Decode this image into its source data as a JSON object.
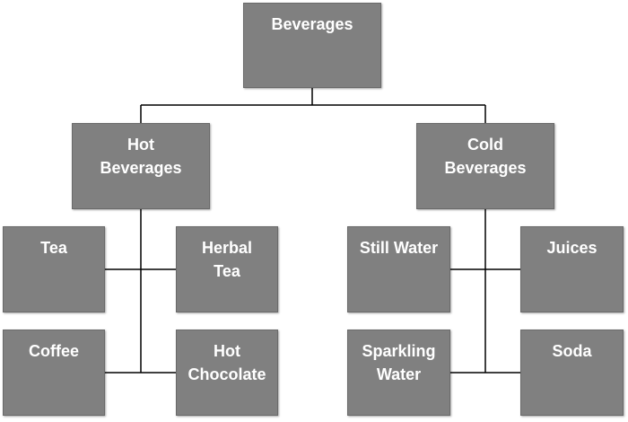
{
  "colors": {
    "box_fill": "#808080",
    "connector": "#000000",
    "label": "#ffffff"
  },
  "nodes": {
    "root": {
      "label": "Beverages"
    },
    "hot": {
      "label": "Hot\nBeverages"
    },
    "cold": {
      "label": "Cold\nBeverages"
    },
    "tea": {
      "label": "Tea"
    },
    "herbal_tea": {
      "label": "Herbal\nTea"
    },
    "coffee": {
      "label": "Coffee"
    },
    "hot_chocolate": {
      "label": "Hot\nChocolate"
    },
    "still_water": {
      "label": "Still Water"
    },
    "juices": {
      "label": "Juices"
    },
    "sparkling_water": {
      "label": "Sparkling\nWater"
    },
    "soda": {
      "label": "Soda"
    }
  }
}
